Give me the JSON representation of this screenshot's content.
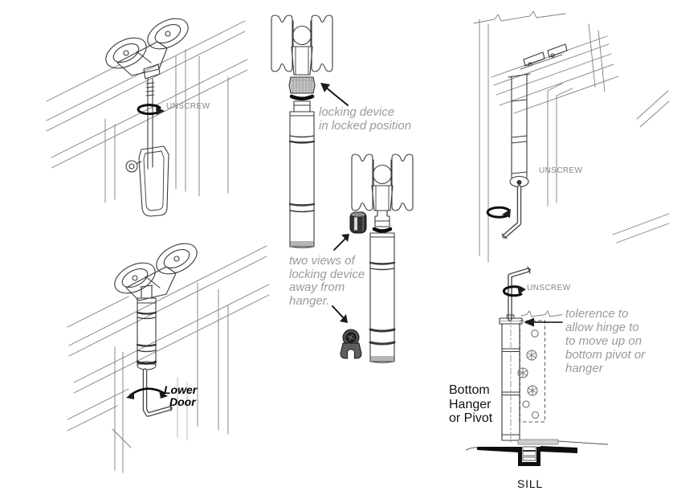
{
  "colors": {
    "background": "#ffffff",
    "ink": "#3a3a3a",
    "caption-gray": "#9a9a9a",
    "unscrew-gray": "#858585",
    "text-black": "#101010"
  },
  "figures": {
    "top_hanger": {
      "unscrew_label": "UNSCREW"
    },
    "lower_door": {
      "label": [
        "Lower",
        "Door"
      ]
    },
    "locking_device_locked": {
      "caption": [
        "locking device",
        "in locked position"
      ]
    },
    "locking_device_views": {
      "caption": [
        "two views of",
        "locking device",
        "away from",
        "hanger."
      ]
    },
    "track_unscrew": {
      "unscrew_label": "UNSCREW"
    },
    "bottom_pivot": {
      "unscrew_label": "UNSCREW",
      "tolerance_caption": [
        "tolerence to",
        "allow hinge to",
        "to move up on",
        "bottom pivot or",
        "hanger"
      ],
      "side_label": [
        "Bottom",
        "Hanger",
        "or Pivot"
      ],
      "sill_label": "SILL"
    }
  }
}
